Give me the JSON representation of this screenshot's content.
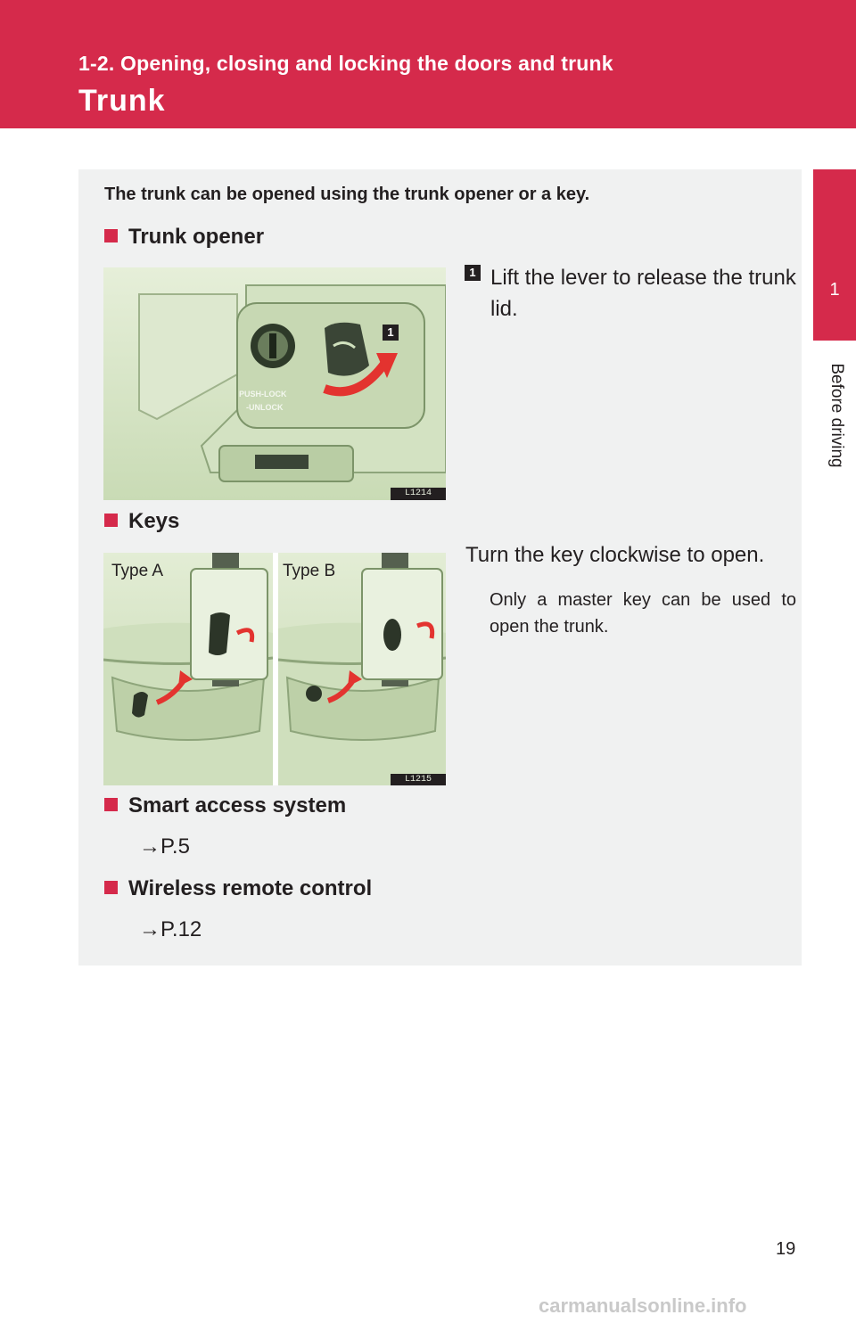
{
  "header": {
    "breadcrumb": "1-2. Opening, closing and locking the doors and trunk",
    "title": "Trunk"
  },
  "side_tab": {
    "number": "1",
    "label": "Before driving"
  },
  "intro": "The trunk can be opened using the trunk opener or a key.",
  "sections": {
    "trunk_opener": {
      "heading": "Trunk opener",
      "step_number": "1",
      "step_text": "Lift the lever to release the trunk lid.",
      "image_code": "L1214",
      "image_text_1": "PUSH-LOCK",
      "image_text_2": "-UNLOCK",
      "callout_number": "1"
    },
    "keys": {
      "heading": "Keys",
      "type_a": "Type A",
      "type_b": "Type B",
      "image_code": "L1215",
      "instruction": "Turn the key clockwise to open.",
      "note": "Only a master key can be used to open the trunk."
    },
    "smart_access": {
      "heading": "Smart access system",
      "ref": "→P.5"
    },
    "wireless_remote": {
      "heading": "Wireless remote control",
      "ref": "→P.12"
    }
  },
  "page_number": "19",
  "watermark": "carmanualsonline.info",
  "colors": {
    "accent": "#d52a4b",
    "panel": "#f0f1f1",
    "illustration_bg": "#d7e6c7"
  }
}
